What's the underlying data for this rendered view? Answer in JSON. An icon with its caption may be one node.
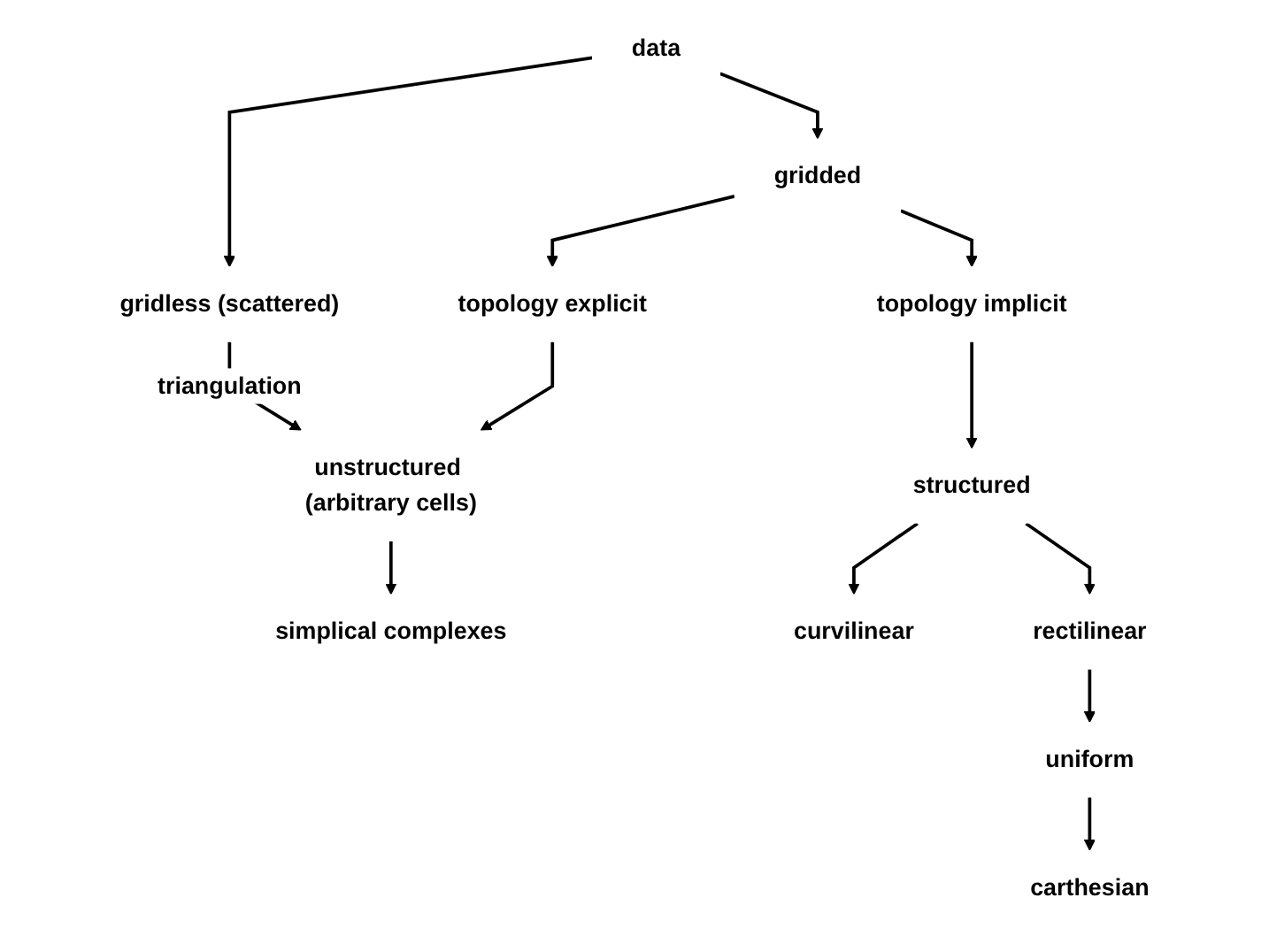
{
  "diagram": {
    "nodes": [
      {
        "text": [
          "data"
        ]
      },
      {
        "text": [
          "gridless (scattered)"
        ]
      },
      {
        "text": [
          "gridded"
        ]
      },
      {
        "text": [
          "topology explicit"
        ]
      },
      {
        "text": [
          "topology implicit"
        ]
      },
      {
        "text": [
          "unstructured (arbitrary cells)"
        ]
      },
      {
        "text": [
          "structured"
        ]
      },
      {
        "text": [
          "curvilinear"
        ]
      },
      {
        "text": [
          "rectilinear"
        ]
      },
      {
        "text": [
          "simplical complexes"
        ]
      },
      {
        "text": [
          "uniform"
        ]
      },
      {
        "text": [
          "carthesian"
        ]
      }
    ],
    "edges": [
      {
        "from": 0,
        "to": 1,
        "arrow": "to"
      },
      {
        "from": 0,
        "to": 2,
        "arrow": "to"
      },
      {
        "from": 2,
        "to": 3,
        "arrow": "to"
      },
      {
        "from": 2,
        "to": 4,
        "arrow": "to"
      },
      {
        "from": 1,
        "to": 5,
        "arrow": "to",
        "label": "triangulation"
      },
      {
        "from": 3,
        "to": 5,
        "arrow": "to"
      },
      {
        "from": 4,
        "to": 6,
        "arrow": "to"
      },
      {
        "from": 5,
        "to": 9,
        "arrow": "to"
      },
      {
        "from": 6,
        "to": 7,
        "arrow": "to"
      },
      {
        "from": 6,
        "to": 8,
        "arrow": "to"
      },
      {
        "from": 8,
        "to": 10,
        "arrow": "to"
      },
      {
        "from": 10,
        "to": 11,
        "arrow": "to"
      }
    ]
  }
}
